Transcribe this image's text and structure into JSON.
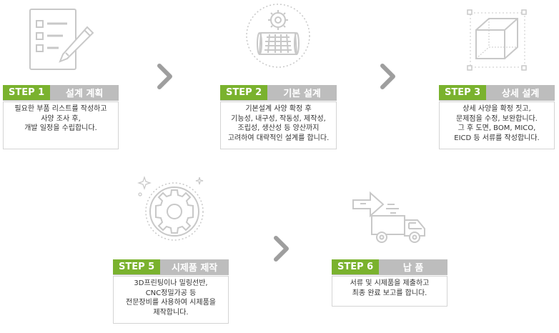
{
  "steps": [
    {
      "num": "STEP 1",
      "title": "설계 계획",
      "desc": [
        "필요한 부품 리스트를 작성하고",
        "사양 조사 후,",
        "개발 일정을 수립합니다."
      ],
      "icon": "checklist-pencil-icon"
    },
    {
      "num": "STEP 2",
      "title": "기본 설계",
      "desc": [
        "기본설계 사양 확정 후",
        "기능성, 내구성, 작동성, 제작성,",
        "조립성, 생산성 등 양산까지",
        "고려하여 대략적인 설계를 합니다."
      ],
      "icon": "gear-blueprint-icon"
    },
    {
      "num": "STEP 3",
      "title": "상세 설계",
      "desc": [
        "상세 사양을 확정 짓고,",
        "문제점을 수정, 보완합니다.",
        "그 후 도면, BOM, MICO,",
        "EICD 등 서류를 작성합니다."
      ],
      "icon": "wireframe-cube-icon"
    },
    {
      "num": "STEP 5",
      "title": "시제품 제작",
      "desc": [
        "3D프린팅이나 밀링선반,",
        "CNC정밀가공 등",
        "전문장비를 사용하여 시제품을",
        "제작합니다."
      ],
      "icon": "gear-sparkle-icon"
    },
    {
      "num": "STEP 6",
      "title": "납 품",
      "desc": [
        "서류 및 시제품을 제출하고",
        "최종 완료 보고를 합니다."
      ],
      "icon": "delivery-truck-icon"
    }
  ],
  "colors": {
    "step_green": "#7ab22e",
    "title_gray": "#bdbdbd",
    "arrow_gray": "#9e9e9e",
    "icon_gray": "#c8c8c8"
  }
}
